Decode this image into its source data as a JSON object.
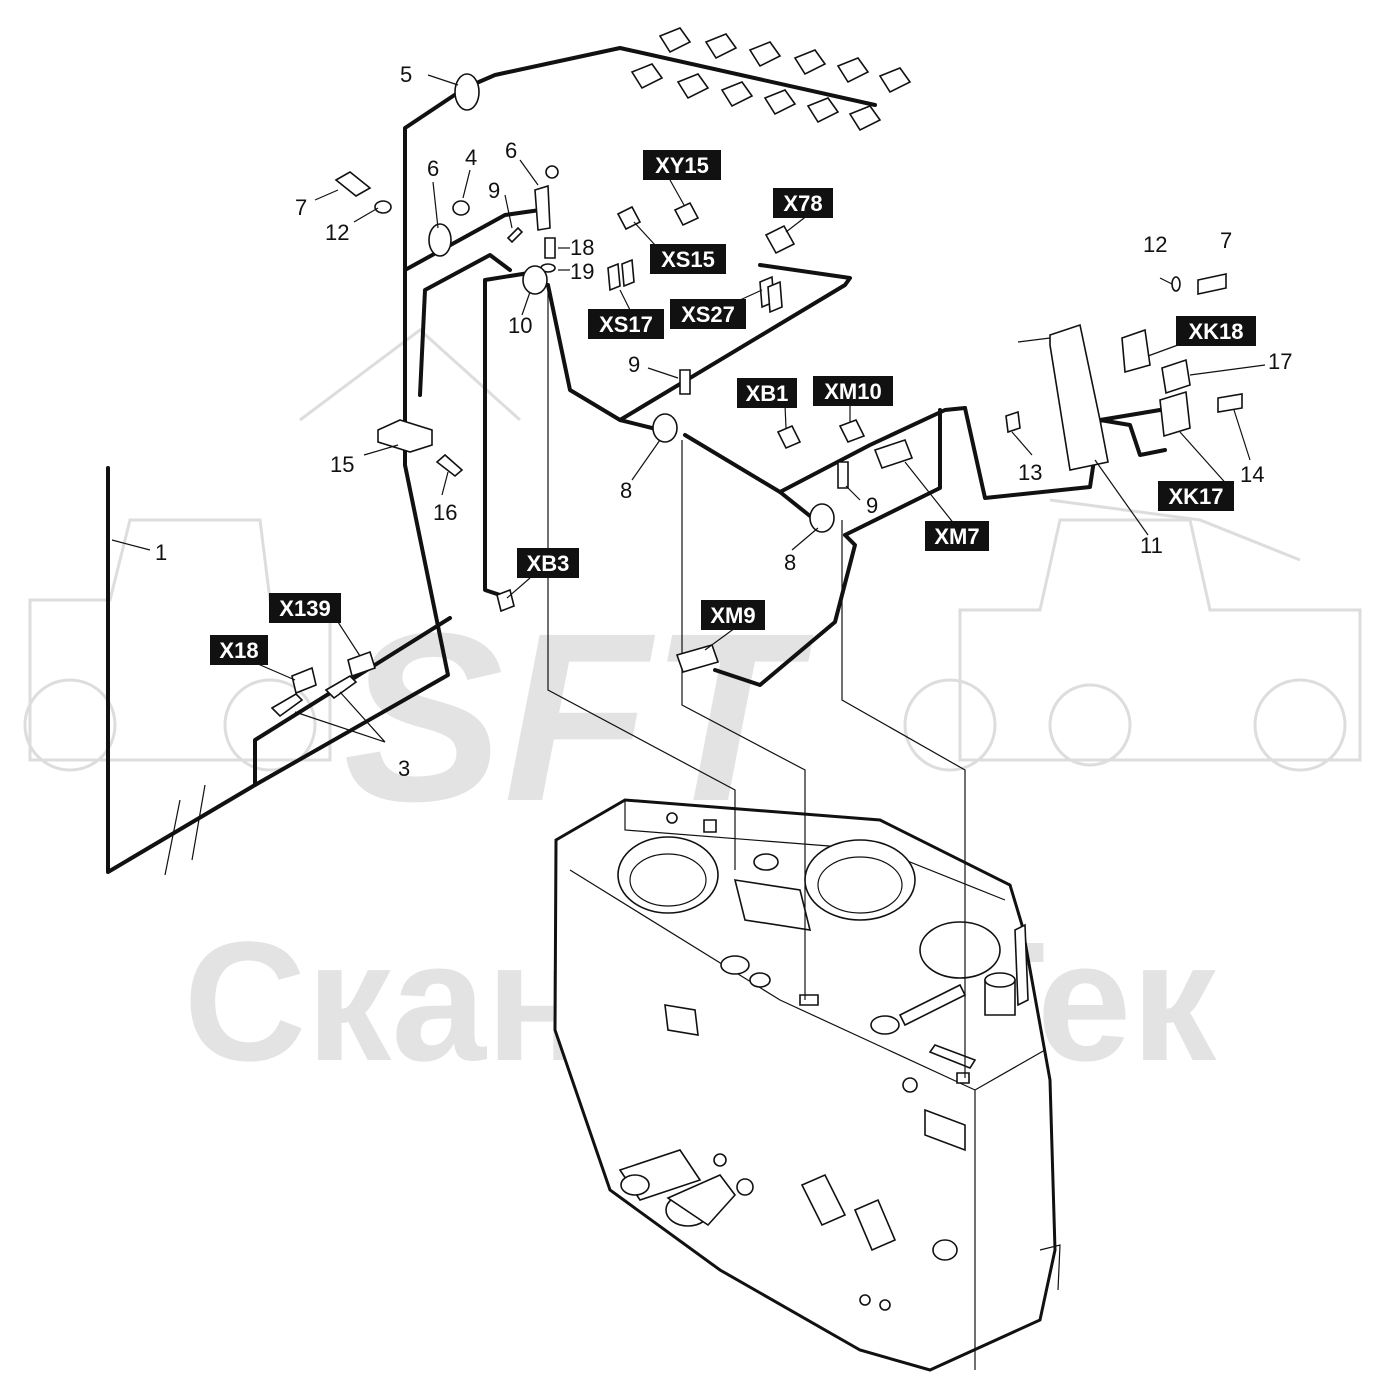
{
  "watermark": {
    "logo": "SFT",
    "brand": "СканФорТек"
  },
  "callouts": [
    {
      "id": "c1",
      "text": "1"
    },
    {
      "id": "c3",
      "text": "3"
    },
    {
      "id": "c4",
      "text": "4"
    },
    {
      "id": "c5",
      "text": "5"
    },
    {
      "id": "c6a",
      "text": "6"
    },
    {
      "id": "c6b",
      "text": "6"
    },
    {
      "id": "c7a",
      "text": "7"
    },
    {
      "id": "c7b",
      "text": "7"
    },
    {
      "id": "c8a",
      "text": "8"
    },
    {
      "id": "c8b",
      "text": "8"
    },
    {
      "id": "c9a",
      "text": "9"
    },
    {
      "id": "c9b",
      "text": "9"
    },
    {
      "id": "c9c",
      "text": "9"
    },
    {
      "id": "c10",
      "text": "10"
    },
    {
      "id": "c11",
      "text": "11"
    },
    {
      "id": "c12a",
      "text": "12"
    },
    {
      "id": "c12b",
      "text": "12"
    },
    {
      "id": "c13",
      "text": "13"
    },
    {
      "id": "c14",
      "text": "14"
    },
    {
      "id": "c15",
      "text": "15"
    },
    {
      "id": "c16",
      "text": "16"
    },
    {
      "id": "c17",
      "text": "17"
    },
    {
      "id": "c18",
      "text": "18"
    },
    {
      "id": "c19",
      "text": "19"
    }
  ],
  "connector_tags": [
    {
      "id": "XY15",
      "text": "XY15"
    },
    {
      "id": "X78",
      "text": "X78"
    },
    {
      "id": "XS15",
      "text": "XS15"
    },
    {
      "id": "XS17",
      "text": "XS17"
    },
    {
      "id": "XS27",
      "text": "XS27"
    },
    {
      "id": "XK18",
      "text": "XK18"
    },
    {
      "id": "XK17",
      "text": "XK17"
    },
    {
      "id": "XB1",
      "text": "XB1"
    },
    {
      "id": "XM10",
      "text": "XM10"
    },
    {
      "id": "XM7",
      "text": "XM7"
    },
    {
      "id": "XB3",
      "text": "XB3"
    },
    {
      "id": "XM9",
      "text": "XM9"
    },
    {
      "id": "X139",
      "text": "X139"
    },
    {
      "id": "X18",
      "text": "X18"
    }
  ]
}
